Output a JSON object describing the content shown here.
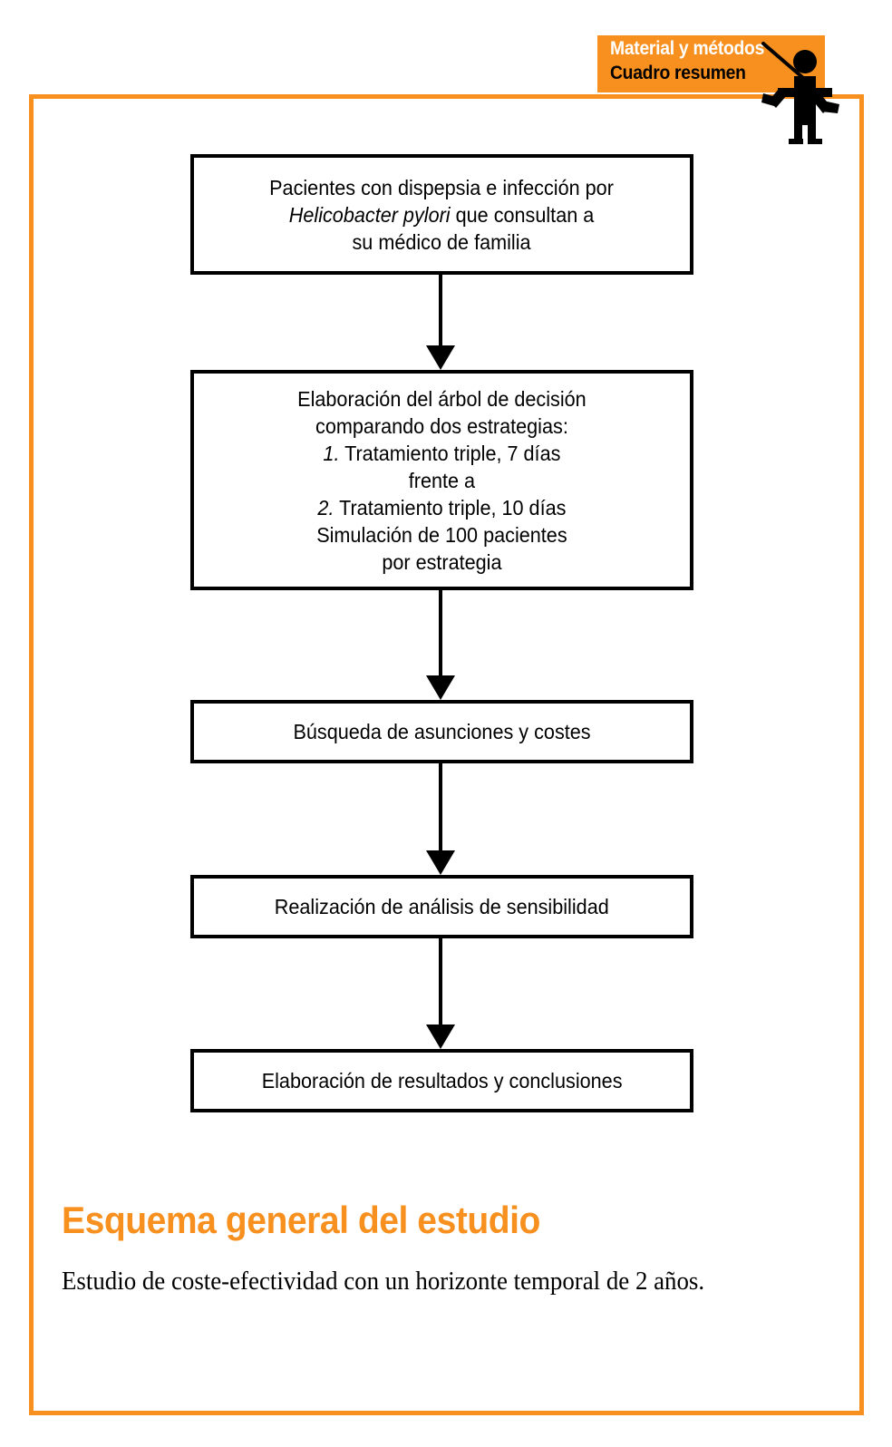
{
  "badge": {
    "line1": "Material y métodos",
    "line2": "Cuadro resumen",
    "background_color": "#F7901E",
    "line1_color": "#FFFFFF",
    "line2_color": "#000000",
    "figure_icon": "presenter-pointer-figure"
  },
  "frame": {
    "border_color": "#F7901E"
  },
  "flowchart": {
    "boxes": [
      {
        "id": "box-1",
        "lines": [
          "Pacientes con dispepsia e infección por",
          "Helicobacter pylori que consultan a",
          "su médico de familia"
        ],
        "italic_phrase": "Helicobacter pylori"
      },
      {
        "id": "box-2",
        "lines": [
          "Elaboración del árbol de decisión",
          "comparando dos estrategias:",
          "1. Tratamiento triple, 7 días",
          "frente a",
          "2. Tratamiento triple, 10 días",
          "Simulación de 100 pacientes",
          "por estrategia"
        ]
      },
      {
        "id": "box-3",
        "lines": [
          "Búsqueda de asunciones y costes"
        ]
      },
      {
        "id": "box-4",
        "lines": [
          "Realización de análisis de sensibilidad"
        ]
      },
      {
        "id": "box-5",
        "lines": [
          "Elaboración de resultados y conclusiones"
        ]
      }
    ],
    "arrow_count": 4,
    "arrow_direction": "down",
    "border_color": "#000000"
  },
  "footer": {
    "title": "Esquema general del estudio",
    "title_color": "#F7901E",
    "description": "Estudio de coste-efectividad con un horizonte temporal de 2 años."
  }
}
